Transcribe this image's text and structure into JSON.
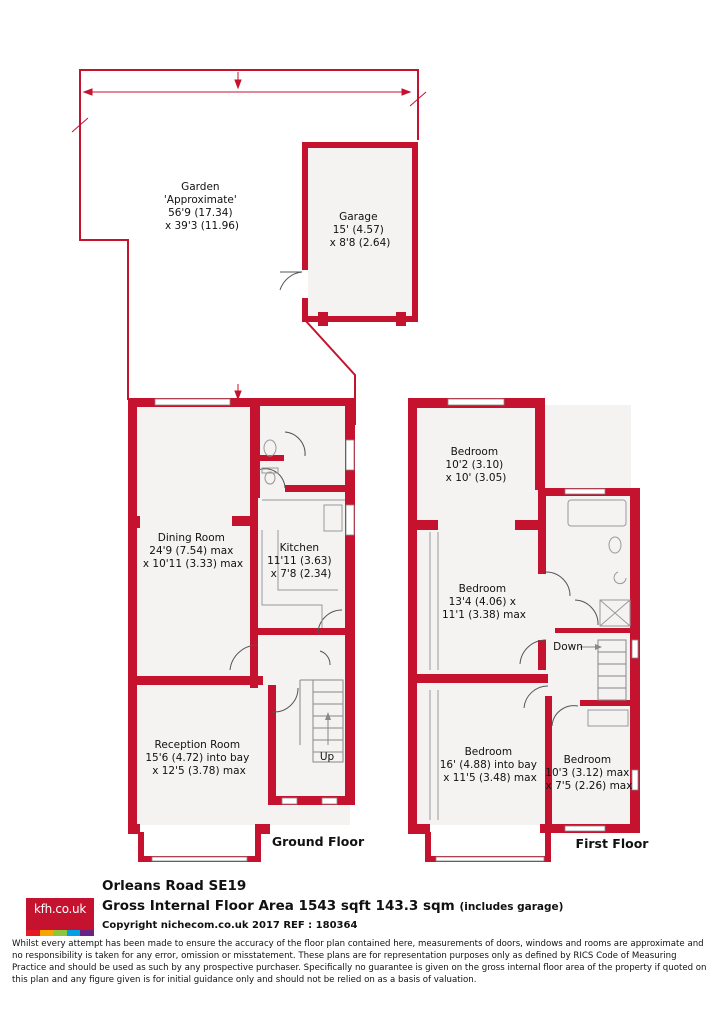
{
  "colors": {
    "wall": "#c4122f",
    "floor": "#f5f2f2",
    "outline": "#555555",
    "fixture": "#999999"
  },
  "rooms": {
    "garden": [
      "Garden",
      "'Approximate'",
      "56'9 (17.34)",
      "x 39'3 (11.96)"
    ],
    "garage": [
      "Garage",
      "15' (4.57)",
      "x 8'8 (2.64)"
    ],
    "dining": [
      "Dining Room",
      "24'9 (7.54) max",
      "x 10'11 (3.33) max"
    ],
    "kitchen": [
      "Kitchen",
      "11'11 (3.63)",
      "x 7'8 (2.34)"
    ],
    "reception": [
      "Reception Room",
      "15'6 (4.72) into bay",
      "x 12'5 (3.78) max"
    ],
    "bed1": [
      "Bedroom",
      "10'2 (3.10)",
      "x 10' (3.05)"
    ],
    "bed2": [
      "Bedroom",
      "13'4 (4.06) x",
      "11'1 (3.38) max"
    ],
    "bed3": [
      "Bedroom",
      "16' (4.88) into bay",
      "x 11'5 (3.48) max"
    ],
    "bed4": [
      "Bedroom",
      "10'3 (3.12) max",
      "x 7'5 (2.26) max"
    ]
  },
  "stairs": {
    "up": "Up",
    "down": "Down"
  },
  "floors": {
    "ground": "Ground Floor",
    "first": "First Floor"
  },
  "footer": {
    "logo": "kfh.co.uk",
    "logo_colors": [
      "#e31b23",
      "#f7a600",
      "#8cc63f",
      "#00a0e3",
      "#662483"
    ],
    "address": "Orleans Road  SE19",
    "area_main": "Gross Internal Floor Area 1543 sqft 143.3 sqm",
    "area_note": "(includes garage)",
    "copyright": "Copyright nichecom.co.uk 2017 REF : 180364",
    "disclaimer": "Whilst every attempt has been made to ensure the accuracy of the floor plan contained here, measurements of doors, windows and rooms are approximate and no responsibility is taken for any error, omission or misstatement.  These plans are for representation purposes only as defined by RICS Code of Measuring Practice and should be used as such by any prospective purchaser.  Specifically no guarantee is given on the gross internal floor area of the property if quoted on this plan and any figure given is for initial guidance only and should not be relied on as a basis of valuation."
  }
}
